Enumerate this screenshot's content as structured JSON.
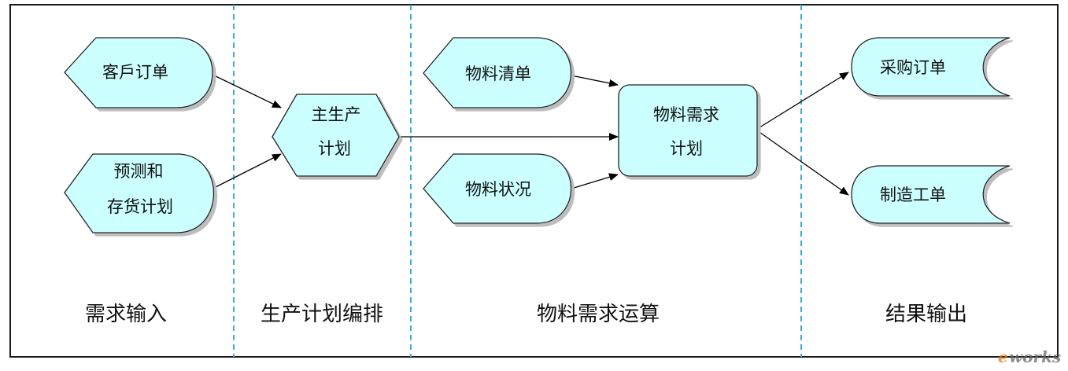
{
  "colors": {
    "node_fill": "#ccffff",
    "node_stroke": "#222222",
    "divider": "#3aaed8",
    "frame": "#1a1a1a",
    "watermark_e": "#e07818",
    "watermark_text": "#666666"
  },
  "phases": [
    {
      "label": "需求输入"
    },
    {
      "label": "生产计划编排"
    },
    {
      "label": "物料需求运算"
    },
    {
      "label": "结果输出"
    }
  ],
  "nodes": {
    "customer_order": {
      "lines": [
        "客戶订单"
      ],
      "icon": "left-pointed-stored-data-shape"
    },
    "forecast_inventory": {
      "lines": [
        "预测和",
        "存货计划"
      ],
      "icon": "left-pointed-stored-data-shape"
    },
    "mps": {
      "lines": [
        "主生产",
        "计划"
      ],
      "icon": "hexagon-shape"
    },
    "bom": {
      "lines": [
        "物料清单"
      ],
      "icon": "left-pointed-stored-data-shape"
    },
    "material_status": {
      "lines": [
        "物料状况"
      ],
      "icon": "left-pointed-stored-data-shape"
    },
    "mrp": {
      "lines": [
        "物料需求",
        "计划"
      ],
      "icon": "rounded-rectangle-shape"
    },
    "purchase_order": {
      "lines": [
        "采购订单"
      ],
      "icon": "stored-data-shape"
    },
    "work_order": {
      "lines": [
        "制造工单"
      ],
      "icon": "stored-data-shape"
    }
  },
  "edges": [
    {
      "from": "客戶订单",
      "to": "主生产计划"
    },
    {
      "from": "预测和存货计划",
      "to": "主生产计划"
    },
    {
      "from": "主生产计划",
      "to": "物料需求计划"
    },
    {
      "from": "物料清单",
      "to": "物料需求计划"
    },
    {
      "from": "物料状况",
      "to": "物料需求计划"
    },
    {
      "from": "物料需求计划",
      "to": "采购订单"
    },
    {
      "from": "物料需求计划",
      "to": "制造工单"
    }
  ],
  "watermark": {
    "e": "e",
    "rest": "works"
  }
}
